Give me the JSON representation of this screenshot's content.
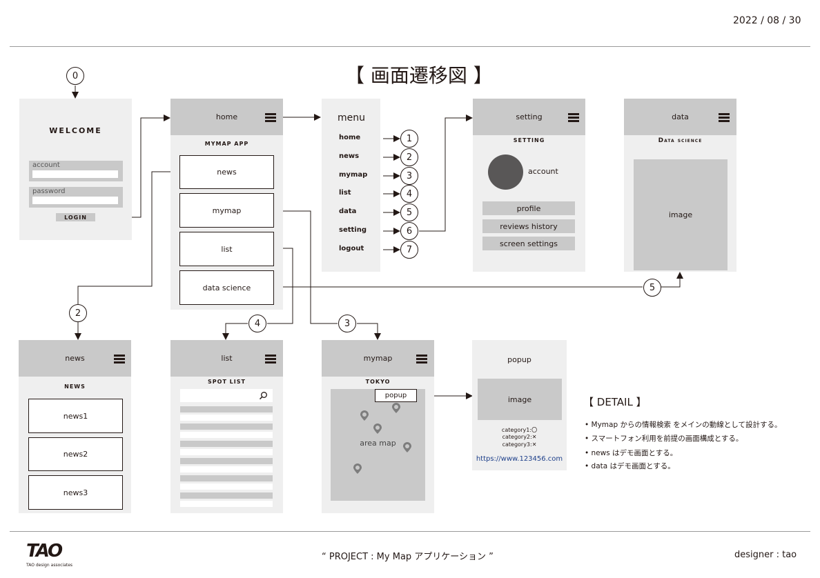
{
  "date": "2022 / 08 / 30",
  "title": "【 画面遷移図 】",
  "footer": {
    "project": "“ PROJECT : My Map アプリケーション ”",
    "designer": "designer : tao",
    "logo_text": "TAO",
    "logo_sub": "TAO design associates"
  },
  "login": {
    "step": "0",
    "welcome": "WELCOME",
    "account_label": "account",
    "password_label": "password",
    "login_button": "LOGIN"
  },
  "home": {
    "header": "home",
    "app_title": "MYMAP APP",
    "buttons": [
      "news",
      "mymap",
      "list",
      "data science"
    ]
  },
  "menu": {
    "title": "menu",
    "items": [
      {
        "label": "home",
        "num": "1"
      },
      {
        "label": "news",
        "num": "2"
      },
      {
        "label": "mymap",
        "num": "3"
      },
      {
        "label": "list",
        "num": "4"
      },
      {
        "label": "data",
        "num": "5"
      },
      {
        "label": "setting",
        "num": "6"
      },
      {
        "label": "logout",
        "num": "7"
      }
    ]
  },
  "setting": {
    "header": "setting",
    "title": "SETTING",
    "account": "account",
    "buttons": [
      "profile",
      "reviews history",
      "screen settings"
    ]
  },
  "data_screen": {
    "header": "data",
    "title": "Data science",
    "image": "image",
    "step": "5"
  },
  "news": {
    "step": "2",
    "header": "news",
    "title": "NEWS",
    "items": [
      "news1",
      "news2",
      "news3"
    ]
  },
  "list": {
    "step": "4",
    "header": "list",
    "title": "SPOT LIST"
  },
  "mymap": {
    "step": "3",
    "header": "mymap",
    "title": "TOKYO",
    "popup": "popup",
    "area": "area map"
  },
  "popup": {
    "header": "popup",
    "image": "image",
    "categories": [
      "category1:〇",
      "category2:✕",
      "category3:✕"
    ],
    "url": "https://www.123456.com"
  },
  "detail": {
    "title": "【 DETAIL 】",
    "lines": [
      "• Mymap からの情報検索 をメインの動線として設計する。",
      "• スマートフォン利用を前提の画面構成とする。",
      "• news はデモ画面とする。",
      "• data はデモ画面とする。"
    ]
  },
  "colors": {
    "screen_bg": "#efefef",
    "header_bg": "#c9c9c9",
    "line": "#231815",
    "link": "#1d3f8a"
  },
  "icons": [
    "hamburger-icon",
    "search-icon",
    "map-pin-icon",
    "arrow-icon"
  ]
}
